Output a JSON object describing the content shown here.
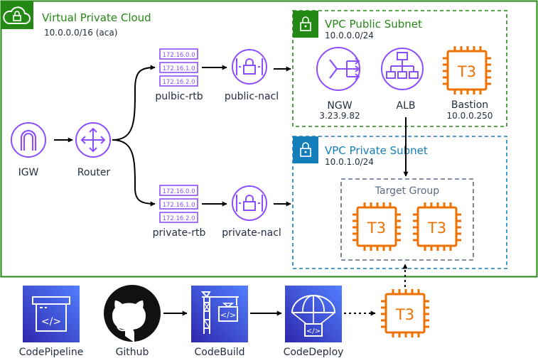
{
  "vpc": {
    "title": "Virtual Private Cloud",
    "cidr": "10.0.0.0/16 (aca)",
    "border_color": "#248814"
  },
  "public_subnet": {
    "title": "VPC Public Subnet",
    "cidr": "10.0.0.0/24",
    "border_color": "#248814"
  },
  "private_subnet": {
    "title": "VPC Private Subnet",
    "cidr": "10.0.1.0/24",
    "border_color": "#147EBA"
  },
  "target_group": {
    "title": "Target Group"
  },
  "route_tables": {
    "public": {
      "label": "pulbic-rtb",
      "rows": [
        "172.16.0.0",
        "172.16.1.0",
        "172.16.2.0"
      ]
    },
    "private": {
      "label": "private-rtb",
      "rows": [
        "172.16.0.0",
        "172.16.1.0",
        "172.16.2.0"
      ]
    }
  },
  "nacls": {
    "public": "public-nacl",
    "private": "private-nacl"
  },
  "nodes": {
    "igw": "IGW",
    "router": "Router",
    "ngw": "NGW",
    "ngw_ip": "3.23.9.82",
    "alb": "ALB",
    "bastion": "Bastion",
    "bastion_ip": "10.0.0.250",
    "instance_label": "T3"
  },
  "pipeline": {
    "codepipeline": "CodePipeline",
    "github": "Github",
    "codebuild": "CodeBuild",
    "codedeploy": "CodeDeploy",
    "code_glyph": "</>"
  },
  "colors": {
    "network_purple": "#8C4FFF",
    "compute_orange": "#ED7100",
    "devtools_blue": "#3F48CC",
    "devtools_blue_light": "#4D72F3",
    "target_group_border": "#5A6B86",
    "text": "#232F3E"
  },
  "icons": {
    "cloud": "cloud-lock-icon",
    "subnet_lock": "lock-icon",
    "igw": "internet-gateway-icon",
    "router": "router-icon",
    "rtb": "route-table-icon",
    "nacl": "network-acl-icon",
    "ngw": "nat-gateway-icon",
    "alb": "load-balancer-icon",
    "ec2": "ec2-instance-icon",
    "codepipeline": "codepipeline-icon",
    "github": "github-icon",
    "codebuild": "codebuild-icon",
    "codedeploy": "codedeploy-icon"
  }
}
